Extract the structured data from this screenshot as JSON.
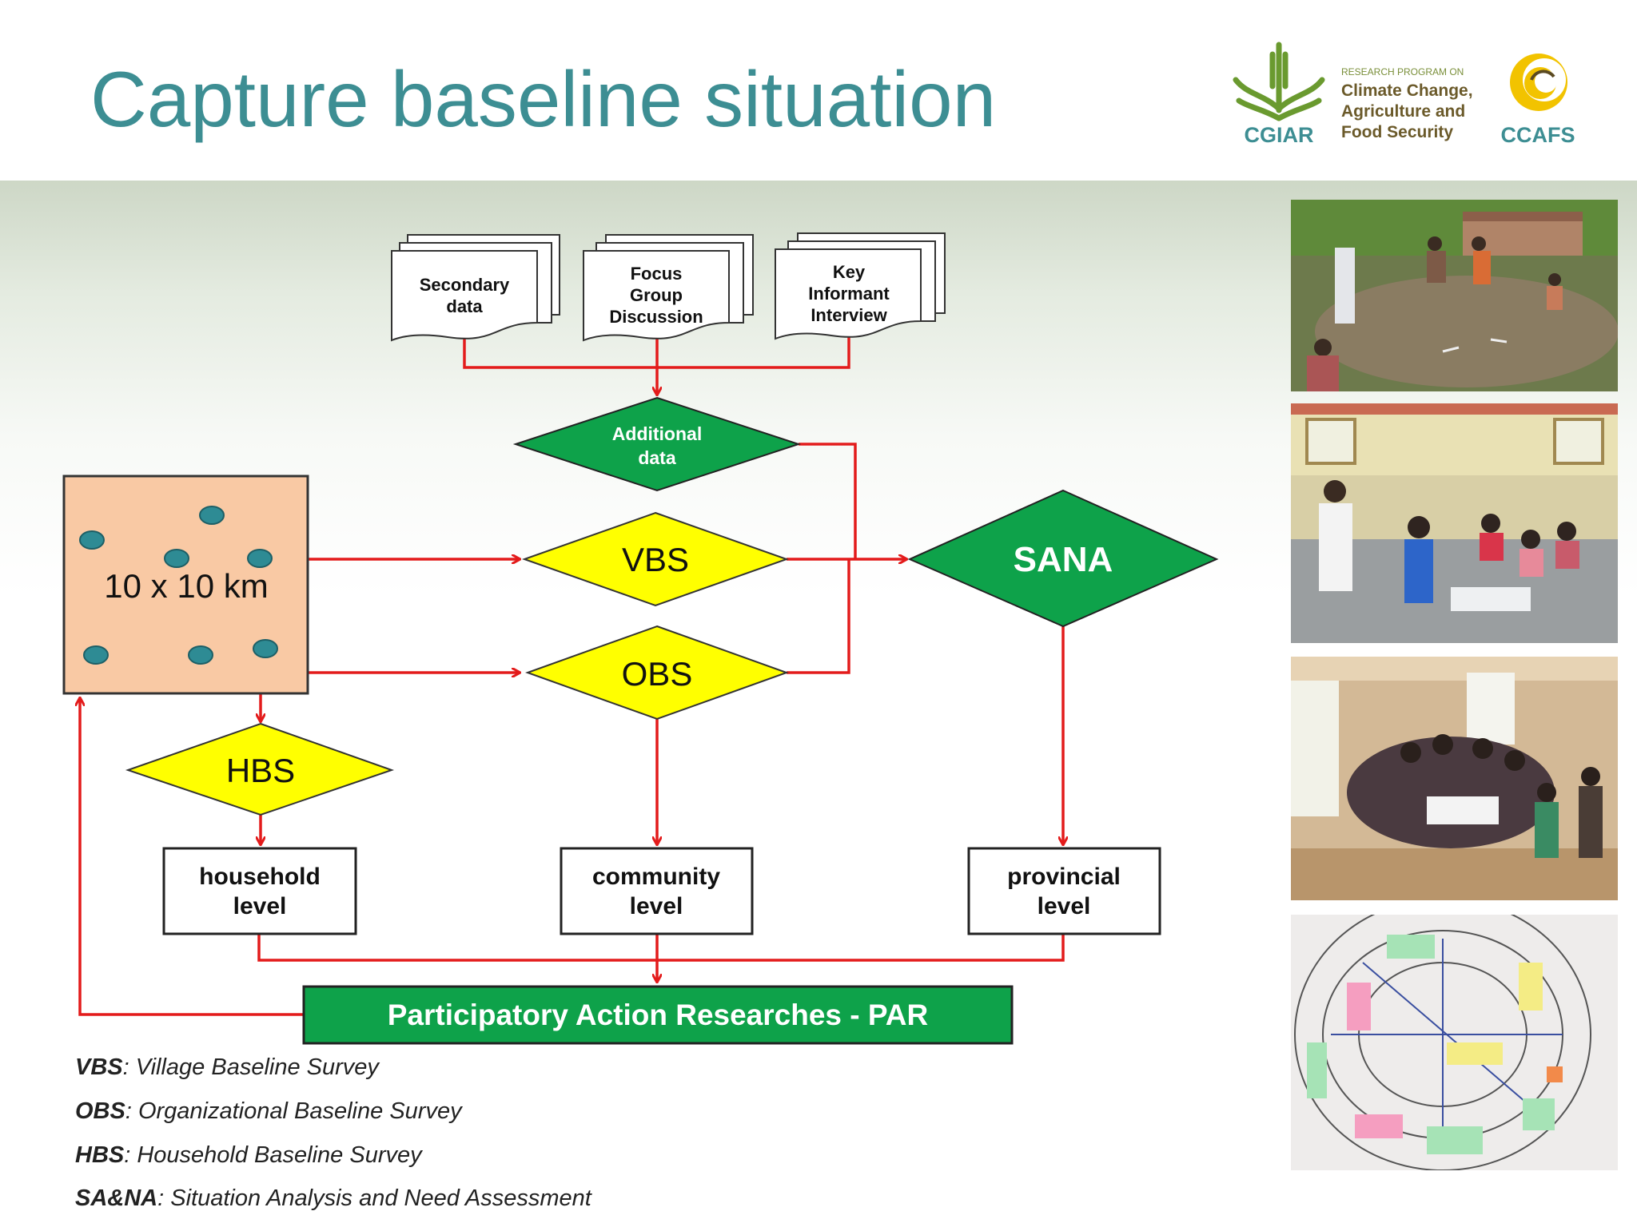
{
  "slide": {
    "title": "Capture baseline situation"
  },
  "logos": {
    "cgiar": "CGIAR",
    "research_program_on": "RESEARCH PROGRAM ON",
    "program_line1": "Climate Change,",
    "program_line2": "Agriculture and",
    "program_line3": "Food Security",
    "ccafs": "CCAFS",
    "cgiar_color": "#3d8e93",
    "plant_color": "#6a9a2f",
    "ccafs_yellow": "#f2c300"
  },
  "diagram": {
    "sources": [
      {
        "line1": "Secondary",
        "line2": "data",
        "line3": ""
      },
      {
        "line1": "Focus",
        "line2": "Group",
        "line3": "Discussion"
      },
      {
        "line1": "Key",
        "line2": "Informant",
        "line3": "Interview"
      }
    ],
    "additional_data": {
      "line1": "Additional",
      "line2": "data"
    },
    "area_label": "10 x 10 km",
    "vbs": "VBS",
    "obs": "OBS",
    "hbs": "HBS",
    "sana": "SANA",
    "household": {
      "line1": "household",
      "line2": "level"
    },
    "community": {
      "line1": "community",
      "line2": "level"
    },
    "provincial": {
      "line1": "provincial",
      "line2": "level"
    },
    "par": "Participatory Action Researches - PAR",
    "colors": {
      "arrow": "#e31b1b",
      "green": "#0ea24a",
      "yellow": "#ffff00",
      "peach": "#f9c9a4",
      "dot": "#2e8b94"
    }
  },
  "legend": [
    {
      "abbr": "VBS",
      "desc": ": Village Baseline Survey"
    },
    {
      "abbr": "OBS",
      "desc": ": Organizational Baseline Survey"
    },
    {
      "abbr": "HBS",
      "desc": ": Household Baseline Survey"
    },
    {
      "abbr": "SA&NA",
      "desc": ": Situation Analysis and Need Assessment"
    }
  ],
  "photos": [
    {
      "name": "outdoor-mapping-photo"
    },
    {
      "name": "classroom-survey-photo"
    },
    {
      "name": "group-discussion-photo"
    },
    {
      "name": "circle-diagram-photo"
    }
  ]
}
